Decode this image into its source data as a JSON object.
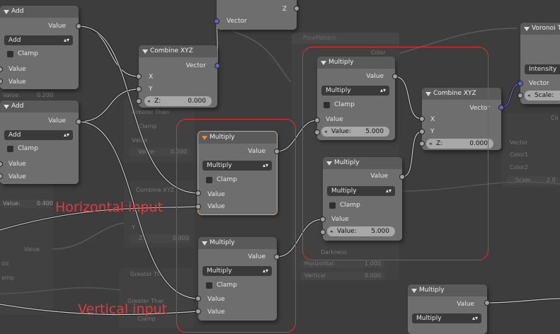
{
  "nodes": {
    "add_1": {
      "title": "Add",
      "output": "Value",
      "mode": "Add",
      "clamp": "Clamp",
      "input1": "Value",
      "input2": "Value",
      "partial_value": "Value:",
      "partial_number": "0.200"
    },
    "add_2": {
      "title": "Add",
      "output": "Value",
      "mode": "Add",
      "clamp": "Clamp",
      "input1": "Value",
      "input2": "Value"
    },
    "combine_1": {
      "title": "Combine XYZ",
      "output": "Vector",
      "x": "X",
      "y": "Y",
      "z_label": "Z:",
      "z_value": "0.000"
    },
    "top_partial": {
      "z": "Z",
      "vector": "Vector"
    },
    "mult_active": {
      "title": "Multiply",
      "output": "Value",
      "mode": "Multiply",
      "clamp": "Clamp",
      "input1": "Value",
      "input2": "Value"
    },
    "mult_bottom": {
      "title": "Multiply",
      "output": "Value",
      "mode": "Multiply",
      "clamp": "Clamp",
      "input1": "Value",
      "input2": "Value"
    },
    "mult_red_top": {
      "title": "Multiply",
      "output": "Value",
      "mode": "Multiply",
      "clamp": "Clamp",
      "input1": "Value",
      "value_label": "Value:",
      "value_number": "5.000"
    },
    "mult_red_bottom": {
      "title": "Multiply",
      "output": "Value",
      "mode": "Multiply",
      "clamp": "Clamp",
      "input1": "Value",
      "value_label": "Value:",
      "value_number": "5.000"
    },
    "combine_2": {
      "title": "Combine XYZ",
      "output": "Vector",
      "x": "X",
      "y": "Y",
      "z_label": "Z:",
      "z_value": "0.000"
    },
    "voronoi": {
      "title": "Voronoi Te",
      "mode": "Intensity",
      "output": "Vector",
      "scale_label": "Scale:"
    },
    "mult_lower_right": {
      "title": "Multiply",
      "output": "Value",
      "mode": "Multiply"
    }
  },
  "ghosts": {
    "flow_pattern": "FlowPattern",
    "color": "Color",
    "greater_than": "Greater Than",
    "clamp": "Clamp",
    "value": "Value",
    "value_field": "Value:",
    "value_field_num": "0.200",
    "value_field2": "Value:",
    "value_field2_num": "0.400",
    "combine": "Combine XYZ",
    "y": "Y",
    "z": "Z:",
    "z_num": "0.000",
    "mode_partial": "dd",
    "clamp2": "amp",
    "greater_than2": "Greater Th",
    "greater_than3": "Greater Thar",
    "clamp3": "Clamp",
    "value2": "Value",
    "darkness": "Darkness",
    "horizontal": "Horizontal:",
    "horizontal_num": "1.000",
    "vertical": "Vertical",
    "vertical_num": "0.000",
    "vector": "Vector",
    "color1": "Color1",
    "color2": "Color2",
    "scale": "Scale",
    "scale_num": "2.0",
    "co": "Co",
    "val_partial": "Value:",
    "val_partial_num": "0.200"
  },
  "annotations": {
    "horizontal": "Horizontal input",
    "vertical": "Vertical input"
  },
  "colors": {
    "annotation": "#e23a3a",
    "active_outline": "#e7a84f",
    "vector_socket": "#6363c7",
    "float_socket": "#a0a0a0",
    "color_socket": "#c7c729"
  }
}
